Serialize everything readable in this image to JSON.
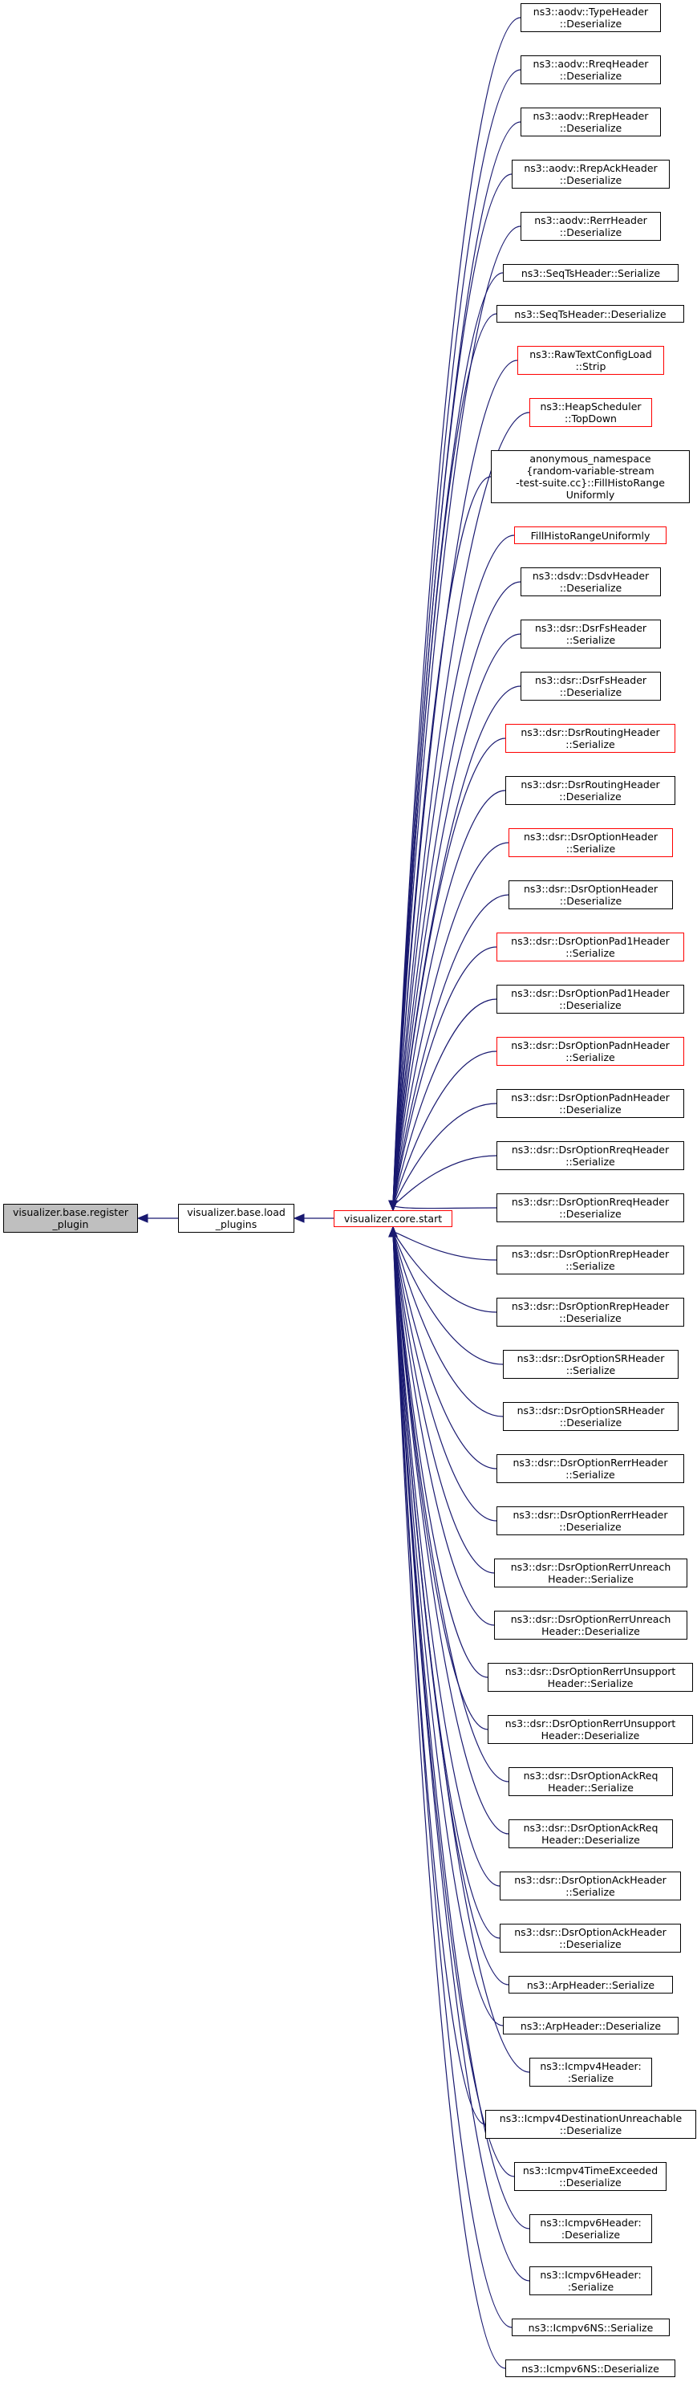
{
  "colors": {
    "edge": "#191970",
    "node_border": "#000000",
    "highlight_border": "#ff0000",
    "root_fill": "#bfbfbf"
  },
  "root": {
    "lines": [
      "visualizer.base.register",
      "_plugin"
    ]
  },
  "middle": {
    "lines": [
      "visualizer.base.load",
      "_plugins"
    ]
  },
  "hub": {
    "lines": [
      "visualizer.core.start"
    ],
    "highlight": true
  },
  "callers": [
    {
      "lines": [
        "ns3::aodv::TypeHeader",
        "::Deserialize"
      ],
      "highlight": false
    },
    {
      "lines": [
        "ns3::aodv::RreqHeader",
        "::Deserialize"
      ],
      "highlight": false
    },
    {
      "lines": [
        "ns3::aodv::RrepHeader",
        "::Deserialize"
      ],
      "highlight": false
    },
    {
      "lines": [
        "ns3::aodv::RrepAckHeader",
        "::Deserialize"
      ],
      "highlight": false
    },
    {
      "lines": [
        "ns3::aodv::RerrHeader",
        "::Deserialize"
      ],
      "highlight": false
    },
    {
      "lines": [
        "ns3::SeqTsHeader::Serialize"
      ],
      "highlight": false
    },
    {
      "lines": [
        "ns3::SeqTsHeader::Deserialize"
      ],
      "highlight": false
    },
    {
      "lines": [
        "ns3::RawTextConfigLoad",
        "::Strip"
      ],
      "highlight": true
    },
    {
      "lines": [
        "ns3::HeapScheduler",
        "::TopDown"
      ],
      "highlight": true
    },
    {
      "lines": [
        "anonymous_namespace",
        "{random-variable-stream",
        "-test-suite.cc}::FillHistoRange",
        "Uniformly"
      ],
      "highlight": false
    },
    {
      "lines": [
        "FillHistoRangeUniformly"
      ],
      "highlight": true
    },
    {
      "lines": [
        "ns3::dsdv::DsdvHeader",
        "::Deserialize"
      ],
      "highlight": false
    },
    {
      "lines": [
        "ns3::dsr::DsrFsHeader",
        "::Serialize"
      ],
      "highlight": false
    },
    {
      "lines": [
        "ns3::dsr::DsrFsHeader",
        "::Deserialize"
      ],
      "highlight": false
    },
    {
      "lines": [
        "ns3::dsr::DsrRoutingHeader",
        "::Serialize"
      ],
      "highlight": true
    },
    {
      "lines": [
        "ns3::dsr::DsrRoutingHeader",
        "::Deserialize"
      ],
      "highlight": false
    },
    {
      "lines": [
        "ns3::dsr::DsrOptionHeader",
        "::Serialize"
      ],
      "highlight": true
    },
    {
      "lines": [
        "ns3::dsr::DsrOptionHeader",
        "::Deserialize"
      ],
      "highlight": false
    },
    {
      "lines": [
        "ns3::dsr::DsrOptionPad1Header",
        "::Serialize"
      ],
      "highlight": true
    },
    {
      "lines": [
        "ns3::dsr::DsrOptionPad1Header",
        "::Deserialize"
      ],
      "highlight": false
    },
    {
      "lines": [
        "ns3::dsr::DsrOptionPadnHeader",
        "::Serialize"
      ],
      "highlight": true
    },
    {
      "lines": [
        "ns3::dsr::DsrOptionPadnHeader",
        "::Deserialize"
      ],
      "highlight": false
    },
    {
      "lines": [
        "ns3::dsr::DsrOptionRreqHeader",
        "::Serialize"
      ],
      "highlight": false
    },
    {
      "lines": [
        "ns3::dsr::DsrOptionRreqHeader",
        "::Deserialize"
      ],
      "highlight": false
    },
    {
      "lines": [
        "ns3::dsr::DsrOptionRrepHeader",
        "::Serialize"
      ],
      "highlight": false
    },
    {
      "lines": [
        "ns3::dsr::DsrOptionRrepHeader",
        "::Deserialize"
      ],
      "highlight": false
    },
    {
      "lines": [
        "ns3::dsr::DsrOptionSRHeader",
        "::Serialize"
      ],
      "highlight": false
    },
    {
      "lines": [
        "ns3::dsr::DsrOptionSRHeader",
        "::Deserialize"
      ],
      "highlight": false
    },
    {
      "lines": [
        "ns3::dsr::DsrOptionRerrHeader",
        "::Serialize"
      ],
      "highlight": false
    },
    {
      "lines": [
        "ns3::dsr::DsrOptionRerrHeader",
        "::Deserialize"
      ],
      "highlight": false
    },
    {
      "lines": [
        "ns3::dsr::DsrOptionRerrUnreach",
        "Header::Serialize"
      ],
      "highlight": false
    },
    {
      "lines": [
        "ns3::dsr::DsrOptionRerrUnreach",
        "Header::Deserialize"
      ],
      "highlight": false
    },
    {
      "lines": [
        "ns3::dsr::DsrOptionRerrUnsupport",
        "Header::Serialize"
      ],
      "highlight": false
    },
    {
      "lines": [
        "ns3::dsr::DsrOptionRerrUnsupport",
        "Header::Deserialize"
      ],
      "highlight": false
    },
    {
      "lines": [
        "ns3::dsr::DsrOptionAckReq",
        "Header::Serialize"
      ],
      "highlight": false
    },
    {
      "lines": [
        "ns3::dsr::DsrOptionAckReq",
        "Header::Deserialize"
      ],
      "highlight": false
    },
    {
      "lines": [
        "ns3::dsr::DsrOptionAckHeader",
        "::Serialize"
      ],
      "highlight": false
    },
    {
      "lines": [
        "ns3::dsr::DsrOptionAckHeader",
        "::Deserialize"
      ],
      "highlight": false
    },
    {
      "lines": [
        "ns3::ArpHeader::Serialize"
      ],
      "highlight": false
    },
    {
      "lines": [
        "ns3::ArpHeader::Deserialize"
      ],
      "highlight": false
    },
    {
      "lines": [
        "ns3::Icmpv4Header:",
        ":Serialize"
      ],
      "highlight": false
    },
    {
      "lines": [
        "ns3::Icmpv4DestinationUnreachable",
        "::Deserialize"
      ],
      "highlight": false
    },
    {
      "lines": [
        "ns3::Icmpv4TimeExceeded",
        "::Deserialize"
      ],
      "highlight": false
    },
    {
      "lines": [
        "ns3::Icmpv6Header:",
        ":Deserialize"
      ],
      "highlight": false
    },
    {
      "lines": [
        "ns3::Icmpv6Header:",
        ":Serialize"
      ],
      "highlight": false
    },
    {
      "lines": [
        "ns3::Icmpv6NS::Serialize"
      ],
      "highlight": false
    },
    {
      "lines": [
        "ns3::Icmpv6NS::Deserialize"
      ],
      "highlight": false
    }
  ]
}
